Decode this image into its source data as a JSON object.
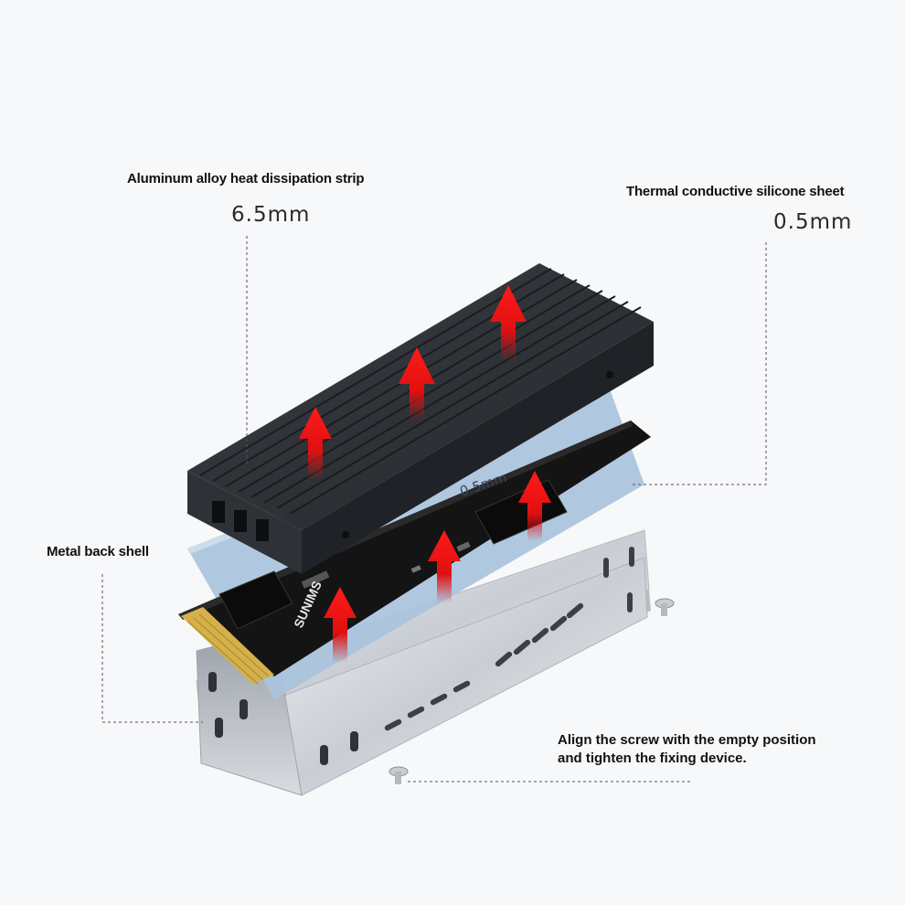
{
  "callouts": {
    "heatsink": {
      "title": "Aluminum alloy heat dissipation strip",
      "thickness": "6.5mm"
    },
    "silicone": {
      "title": "Thermal conductive silicone sheet",
      "thickness": "0.5mm"
    },
    "shell": {
      "title": "Metal back shell"
    },
    "screw": {
      "line1": "Align the screw with the empty position",
      "line2": "and tighten the fixing device."
    }
  },
  "pad_print": "0.5mm",
  "ssd_print": "SUNIMS",
  "colors": {
    "heatsink": "#2b2e33",
    "pad": "#a9c3dc",
    "pcb": "#141414",
    "gold": "#d6b04a",
    "shell": "#d5d9de",
    "arrow": "#e11212",
    "leader": "#555555"
  }
}
